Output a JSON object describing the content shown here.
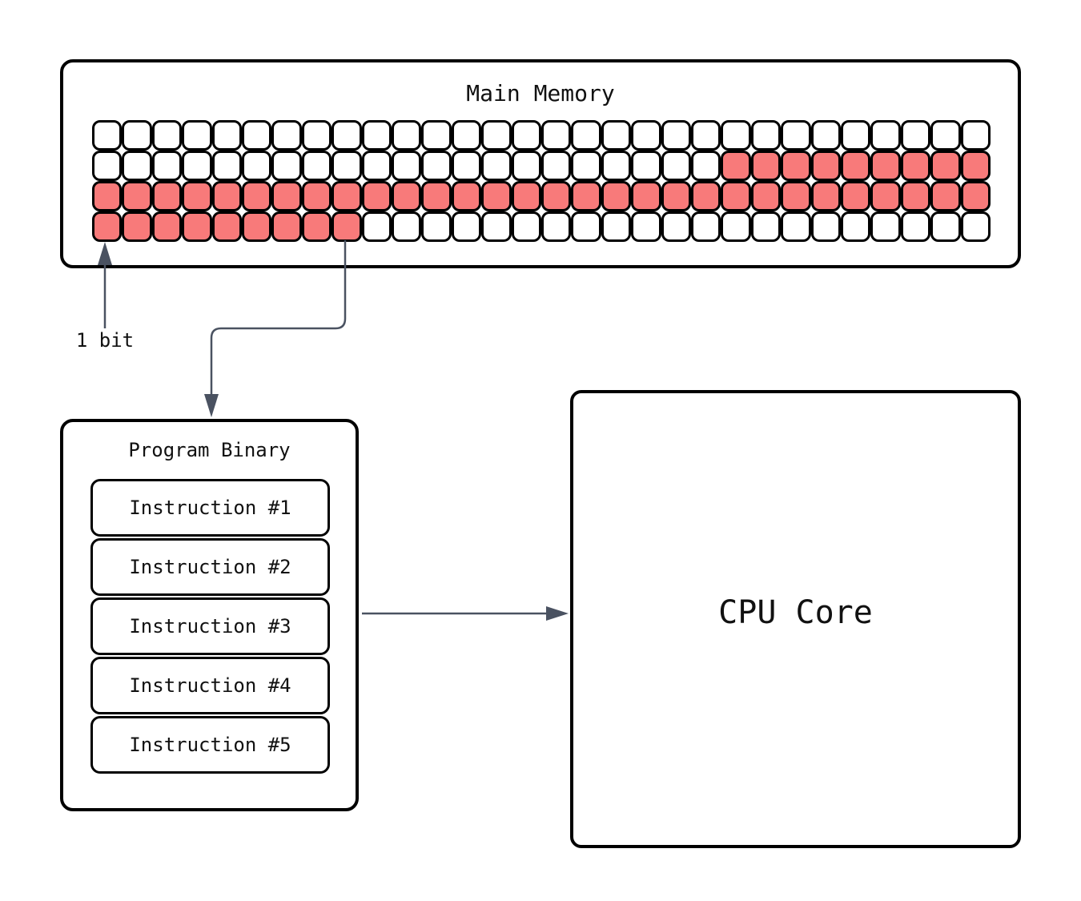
{
  "colors": {
    "bit_on": "#f87a7a",
    "bit_off": "#ffffff",
    "outline": "#000000",
    "arrow": "#4a5261"
  },
  "main_memory": {
    "title": "Main Memory",
    "rows": [
      "000000000000000000000000000000",
      "000000000000000000000111111111",
      "111111111111111111111111111111",
      "111111111000000000000000000000"
    ]
  },
  "labels": {
    "one_bit": "1 bit"
  },
  "program_binary": {
    "title": "Program Binary",
    "instructions": [
      "Instruction #1",
      "Instruction #2",
      "Instruction #3",
      "Instruction #4",
      "Instruction #5"
    ]
  },
  "cpu": {
    "title": "CPU Core"
  }
}
